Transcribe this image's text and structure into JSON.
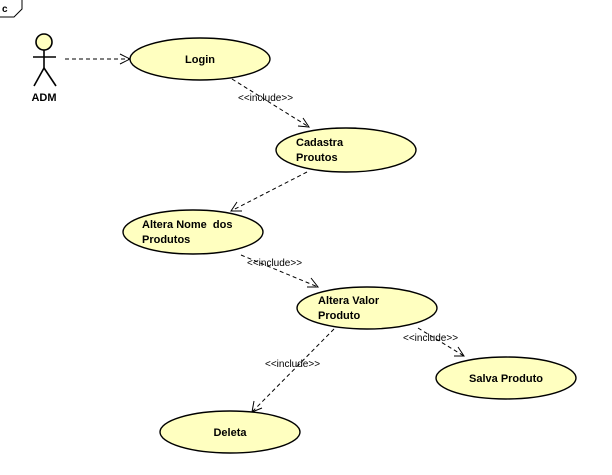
{
  "diagram": {
    "frame_label": "c",
    "actor": {
      "name": "ADM"
    },
    "use_cases": {
      "login": [
        "Login"
      ],
      "cadastra": [
        "Cadastra",
        "Proutos"
      ],
      "altera_nome": [
        "Altera Nome  dos",
        "Produtos"
      ],
      "altera_valor": [
        "Altera Valor",
        "Produto"
      ],
      "salva": [
        "Salva Produto"
      ],
      "deleta": [
        "Deleta"
      ]
    },
    "stereotypes": {
      "login_cadastra": "<<include>>",
      "altera_nome_valor": "<<include>>",
      "valor_salva": "<<include>>",
      "valor_deleta": "<<include>>"
    },
    "colors": {
      "use_case_fill": "#ffffc0",
      "line": "#000000"
    }
  }
}
